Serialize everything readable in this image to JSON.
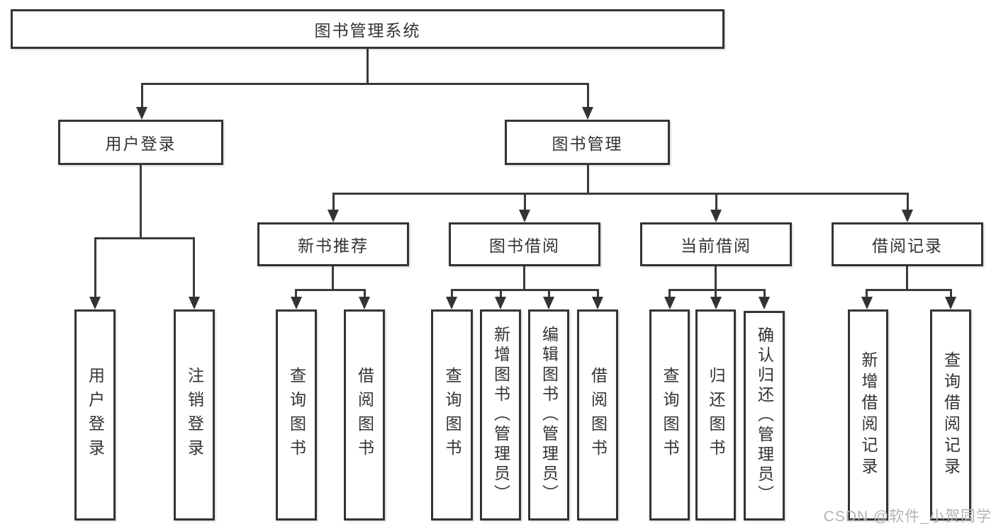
{
  "title": "图书管理系统",
  "level2": [
    {
      "label": "用户登录"
    },
    {
      "label": "图书管理"
    }
  ],
  "level3": [
    {
      "label": "新书推荐"
    },
    {
      "label": "图书借阅"
    },
    {
      "label": "当前借阅"
    },
    {
      "label": "借阅记录"
    }
  ],
  "leaves": [
    {
      "label": "用户登录"
    },
    {
      "label": "注销登录"
    },
    {
      "label": "查询图书"
    },
    {
      "label": "借阅图书"
    },
    {
      "label": "查询图书"
    },
    {
      "label": "新增图书（管理员）"
    },
    {
      "label": "编辑图书（管理员）"
    },
    {
      "label": "借阅图书"
    },
    {
      "label": "查询图书"
    },
    {
      "label": "归还图书"
    },
    {
      "label": "确认归还（管理员）"
    },
    {
      "label": "新增借阅记录"
    },
    {
      "label": "查询借阅记录"
    }
  ],
  "watermark": "CSDN @软件_小贺同学",
  "colors": {
    "line": "#3a3a3a",
    "text": "#333333",
    "background": "#ffffff",
    "watermark": "#b4b4b4"
  }
}
